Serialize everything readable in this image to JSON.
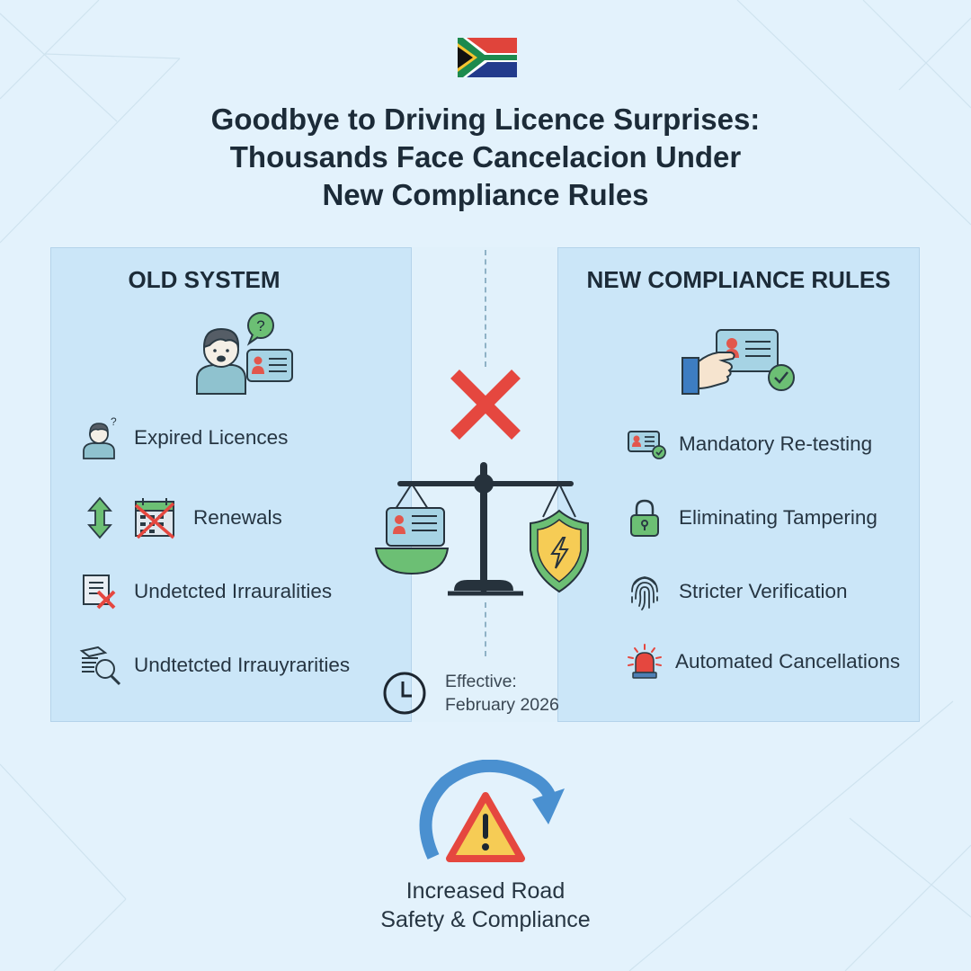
{
  "header": {
    "flag": "south-africa-flag",
    "title_lines": [
      "Goodbye to Driving Licence Surprises:",
      "Thousands Face Cancelacion Under",
      "New Compliance Rules"
    ]
  },
  "old_system": {
    "title": "OLD SYSTEM",
    "hero_icon": "confused-person-with-licence-card-icon",
    "items": [
      {
        "icon": "confused-person-icon",
        "label": "Expired Licences"
      },
      {
        "icon": "arrows-and-crossed-calendar-icon",
        "label": "Renewals"
      },
      {
        "icon": "document-with-x-icon",
        "label": "Undetcted Irrauralities"
      },
      {
        "icon": "stacked-papers-magnifier-icon",
        "label": "Undtetcted Irrauyrarities"
      }
    ]
  },
  "new_rules": {
    "title": "NEW COMPLIANCE RULES",
    "hero_icon": "hand-holding-verified-licence-icon",
    "items": [
      {
        "icon": "licence-check-icon",
        "label": "Mandatory Re-testing"
      },
      {
        "icon": "padlock-icon",
        "label": "Eliminating Tampering"
      },
      {
        "icon": "fingerprint-icon",
        "label": "Stricter Verification"
      },
      {
        "icon": "siren-icon",
        "label": "Automated Cancellations"
      }
    ]
  },
  "center": {
    "cross_icon": "red-x-icon",
    "scale_icon": "balance-scale-icon",
    "effective_label": "Effective:",
    "effective_date": "February 2026"
  },
  "outcome": {
    "icon": "warning-triangle-with-circular-arrow-icon",
    "lines": [
      "Increased Road",
      "Safety & Compliance"
    ]
  },
  "colors": {
    "background": "#e3f2fc",
    "panel": "#cbe6f8",
    "title_text": "#1c2b38",
    "red_accent": "#e5473f",
    "green_accent": "#5cb87a",
    "blue_arrow": "#4a90d0",
    "yellow": "#f6cc55"
  }
}
